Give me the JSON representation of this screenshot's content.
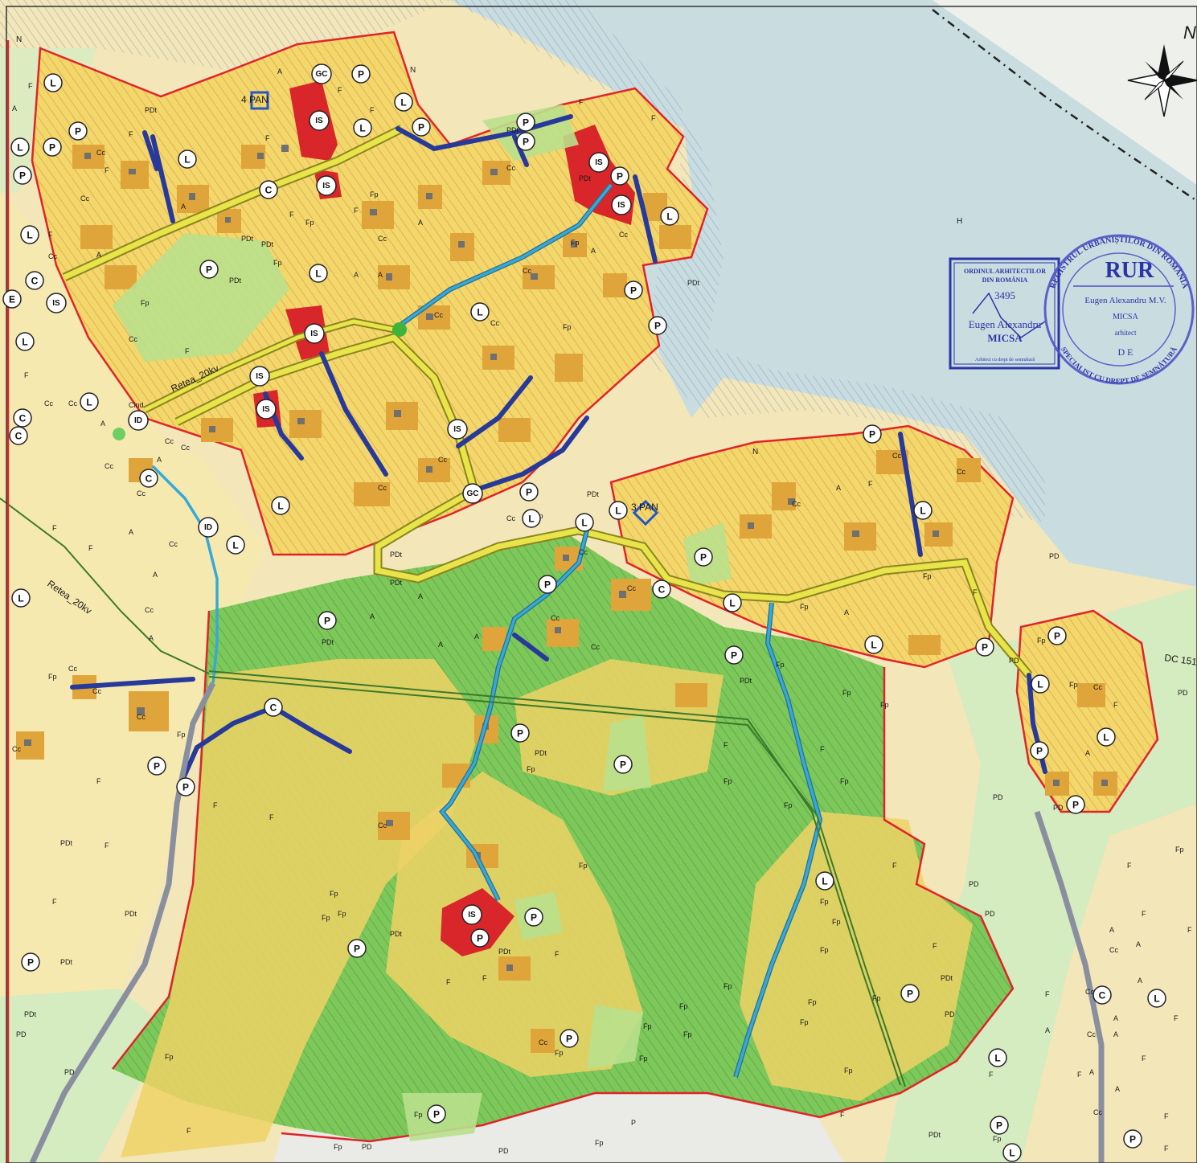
{
  "palette": {
    "yellow_zone": "#f2d76a",
    "built_zone": "#e0a53a",
    "institution": "#d8262a",
    "pasture": "#b9e08c",
    "forest": "#74c24f",
    "pale_agri": "#f3e6b8",
    "lake": "#c9dde0",
    "road_yellow": "#e8e44a",
    "road_blue": "#27399a",
    "river": "#35a9d9",
    "boundary": "#e0232a",
    "stamp": "#2b35a8"
  },
  "labels": {
    "north": "N",
    "north_arrow_letter": "N",
    "h_mark": "H",
    "power_line_1": "Retea_20kv",
    "power_line_2": "Retea_20kv",
    "road_dc": "DC 151",
    "pe_an_1": "4 PAN",
    "pe_an_2": "3 PAN"
  },
  "zone_labels": {
    "f": "F",
    "a": "A",
    "cc": "Cc",
    "fp": "Fp",
    "pdt": "PDt",
    "pd": "PD",
    "cind": "Cind"
  },
  "symbols": {
    "p": "P",
    "l": "L",
    "c": "C",
    "is": "IS",
    "gc": "GC",
    "id": "ID",
    "e": "E"
  },
  "stamp_left": {
    "line1": "ORDINUL ARHITECTILOR",
    "line2": "DIN ROMÂNIA",
    "number": "3495",
    "name1": "Eugen Alexandru",
    "name2": "MICSA",
    "footer": "Arhitect cu drept de semnătură"
  },
  "stamp_right": {
    "title": "RUR",
    "name": "Eugen Alexandru M.V.",
    "surname": "MICSA",
    "role": "arhitect",
    "code": "D E",
    "ring_top": "REGISTRUL URBANIȘTILOR DIN ROMÂNIA",
    "ring_bottom": "SPECIALIST CU DREPT DE SEMNĂTURĂ"
  }
}
